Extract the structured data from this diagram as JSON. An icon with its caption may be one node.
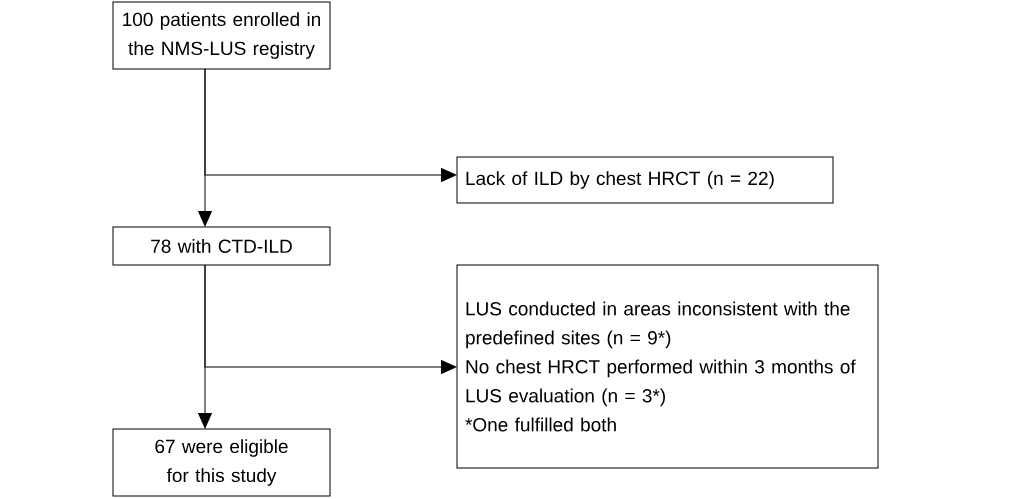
{
  "diagram": {
    "nodes": [
      {
        "text": [
          "100 patients enrolled in the NMS-LUS registry"
        ]
      },
      {
        "text": [
          "Lack of ILD by chest HRCT (n = 22)"
        ]
      },
      {
        "text": [
          "78 with CTD-ILD"
        ]
      },
      {
        "text": [
          "LUS conducted in areas inconsistent with the predefined sites (n = 9*)",
          "No chest HRCT performed within 3 months of LUS evaluation (n = 3*)",
          "*One fulfilled both"
        ]
      },
      {
        "text": [
          "67 were eligible for this study"
        ]
      }
    ],
    "edges": [
      {
        "from": 0,
        "to": 2,
        "arrow": "to"
      },
      {
        "from": 0,
        "to": 1,
        "arrow": "to"
      },
      {
        "from": 2,
        "to": 4,
        "arrow": "to"
      },
      {
        "from": 2,
        "to": 3,
        "arrow": "to"
      }
    ]
  }
}
